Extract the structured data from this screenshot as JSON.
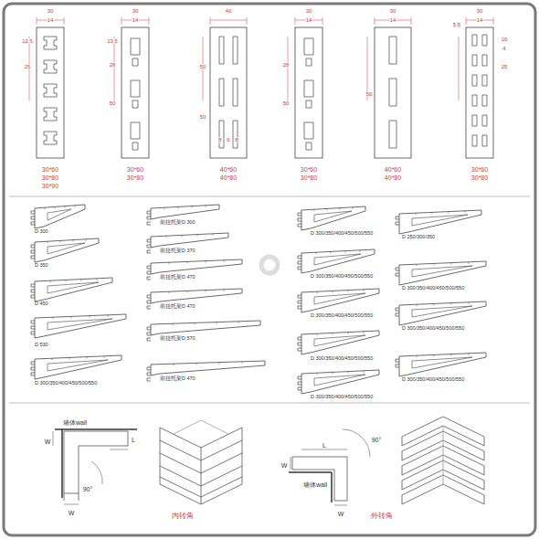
{
  "diagram": {
    "labels": [
      "30",
      "14",
      "12.5",
      "25",
      "30",
      "14",
      "13.5",
      "28",
      "50",
      "40",
      "50",
      "50",
      "8",
      "6",
      "8",
      "30",
      "14",
      "28",
      "50",
      "30",
      "14",
      "50",
      "30",
      "14",
      "5.5",
      "10",
      "4",
      "25",
      "30*60",
      "30*80",
      "30*90",
      "30*60",
      "30*80",
      "40*60",
      "40*80",
      "30*60",
      "30*80",
      "40*60",
      "40*80",
      "30*60",
      "30*80",
      "D 300",
      "D 350",
      "D 450",
      "D 530",
      "D 300/350/400/450/500/550",
      "前挂托架D 300",
      "前挂托架D 370",
      "前挂托架D 470",
      "前挂托架D 470",
      "前挂托架D 570",
      "前挂托架D 470",
      "D 300/350/400/450/500/550",
      "D 300/350/400/450/500/550",
      "D 300/350/400/450/500/550",
      "D 300/350/400/450/500/550",
      "D 300/350/400/450/500/550",
      "D 250/300/350",
      "D 300/350/400/450/500/550",
      "D 300/350/400/450/500/550",
      "D 300/350/400/450/500/550",
      "墙体wall",
      "L",
      "W",
      "90°",
      "W",
      "内转角",
      "90°",
      "L",
      "W",
      "墙体wall",
      "W",
      "外转角"
    ]
  }
}
